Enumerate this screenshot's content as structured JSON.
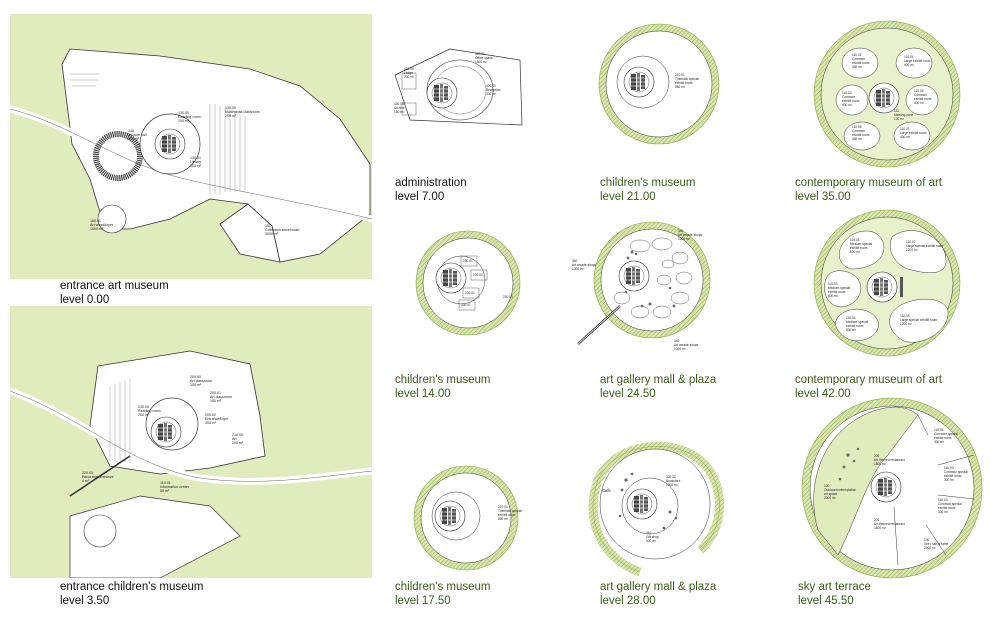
{
  "colors": {
    "lime_fill": "#e0ebbe",
    "lime_ring": "#d6e6a8",
    "ring_hatch": "#8aa64a",
    "line": "#333333",
    "white": "#ffffff"
  },
  "panels": {
    "entrance_art": {
      "title": "entrance art museum",
      "level": "level 0.00",
      "labels": {
        "l1": "140",
        "l1b": "Lecture hall",
        "l1c": "400 m²",
        "l2": "130.00",
        "l2b": "Reading room",
        "l2c": "200 m²",
        "l3": "130.00",
        "l3b": "Multimedia classroom",
        "l3c": "200 m²",
        "l4": "130.01",
        "l4b": "Library",
        "l4c": "100 m²",
        "l5": "160.01",
        "l5b": "Art wood/foyer",
        "l5c": "1000 m²",
        "l6": "150",
        "l6b": "Collection storehouse",
        "l6c": "3000 m²"
      }
    },
    "entrance_children": {
      "title": "entrance children's museum",
      "level": "level 3.50",
      "labels": {
        "l1": "130.00",
        "l1b": "Reading room",
        "l1c": "200 m²",
        "l2": "200.00",
        "l2b": "Art classroom",
        "l2c": "150 m²",
        "l3": "200.01",
        "l3b": "Art classroom",
        "l3c": "150 m²",
        "l4": "200.02",
        "l4b": "Entrance/foyer",
        "l4c": "300 m²",
        "l5": "210.00",
        "l5b": "Art",
        "l5c": "200 m²",
        "l6": "110.01",
        "l6b": "Information center",
        "l6c": "50 m²",
        "l7": "220.00",
        "l7b": "Panorama/entrance",
        "l7c": "4 m²"
      }
    },
    "administration": {
      "title": "administration",
      "level": "level 7.00",
      "labels": {
        "l1": "410.01",
        "l1b": "Office space",
        "l1c": "1300 m²",
        "l2": "410.00",
        "l2b": "Lodge",
        "l2c": "200 m²",
        "l3": "400.00",
        "l3b": "Reception",
        "l3c": "300 m²",
        "l4": "420.00",
        "l4b": "Archive",
        "l4c": "150 m²"
      }
    },
    "children_21": {
      "title": "children's museum",
      "level": "level 21.00",
      "labels": {
        "l1": "210.01",
        "l1b": "Thematic special",
        "l1c": "exhibit room",
        "l1d": "550 m²"
      }
    },
    "contemporary_35": {
      "title": "contemporary museum of art",
      "level": "level 35.00",
      "labels": {
        "r1": "110.02",
        "r1b": "Common",
        "r1c": "exhibit room",
        "r1d": "400 m²",
        "r2": "110.04",
        "r2b": "Large exhibit room",
        "r2c": "400 m²",
        "r3": "110.03",
        "r3b": "Common",
        "r3c": "exhibit room",
        "r3d": "400 m²",
        "r4": "110.05",
        "r4b": "Common",
        "r4c": "exhibit room",
        "r4d": "400 m²",
        "r5": "110.01",
        "r5b": "Large exhibit room",
        "r5c": "400 m²",
        "r6": "110.06",
        "r6b": "Common",
        "r6c": "exhibit room",
        "r6d": "400 m²",
        "r7": "110",
        "r7b": "Meeting zone",
        "r7c": "100 m²"
      }
    },
    "children_14": {
      "title": "children's museum",
      "level": "level 14.00",
      "labels": {
        "l1": "230.01",
        "l2": "230.01",
        "l3": "230.01",
        "l4": "230.01",
        "l5": "230.00"
      }
    },
    "gallery_24": {
      "title": "art gallery mall & plaza",
      "level": "level 24.50",
      "labels": {
        "l1": "340",
        "l1b": "Art arcade shops",
        "l1c": "1000 m²",
        "l2": "340",
        "l2b": "Art arcade shops",
        "l2c": "1000 m²",
        "l3": "340",
        "l3b": "Art arcade shops",
        "l3c": "1000 m²"
      }
    },
    "contemporary_42": {
      "title": "contemporary museum of art",
      "level": "level 42.00",
      "labels": {
        "r1": "110.01",
        "r1b": "Medium special",
        "r1c": "exhibit room",
        "r1d": "800 m²",
        "r2": "110.02",
        "r2b": "Large special exhibit room",
        "r2c": "1200 m²",
        "r3": "110.03",
        "r3b": "Medium special",
        "r3c": "exhibit room",
        "r3d": "800 m²",
        "r4": "110.04",
        "r4b": "Medium special",
        "r4c": "exhibit room",
        "r4d": "800 m²",
        "r5": "110.05",
        "r5b": "Large special exhibit room",
        "r5c": "1200 m²"
      }
    },
    "children_17": {
      "title": "children's museum",
      "level": "level 17.50",
      "labels": {
        "l1": "210.01",
        "l1b": "Thematic special",
        "l1c": "exhibit room",
        "l1d": "550 m²"
      }
    },
    "gallery_28": {
      "title": "art gallery mall & plaza",
      "level": "level 28.00",
      "labels": {
        "l1": "Cafe",
        "l2": "320.02",
        "l2b": "Bookstore",
        "l2c": "1000 m²",
        "l3": "310",
        "l3b": "Gift shop",
        "l3c": "400 m²"
      }
    },
    "sky_45": {
      "title": "sky art terrace",
      "level": "level 45.50",
      "labels": {
        "l1": "110.01",
        "l1b": "Common special",
        "l1c": "exhibit room",
        "l1d": "300 m²",
        "l2": "110.03",
        "l2b": "Common special",
        "l2c": "exhibit room",
        "l2d": "300 m²",
        "l3": "110.03",
        "l3b": "Common special",
        "l3c": "exhibit room",
        "l3d": "300 m²",
        "l4": "200",
        "l4b": "Art themed restaurant",
        "l4c": "1800 m²",
        "l5": "100",
        "l5b": "Outdoor/contemplation",
        "l5c": "art space",
        "l5d": "2000 m²",
        "l6": "200",
        "l6b": "Art themed restaurant",
        "l6c": "1800 m²",
        "l7": "100",
        "l7b": "Grey hall of fame",
        "l7c": "2000 m²"
      }
    }
  }
}
